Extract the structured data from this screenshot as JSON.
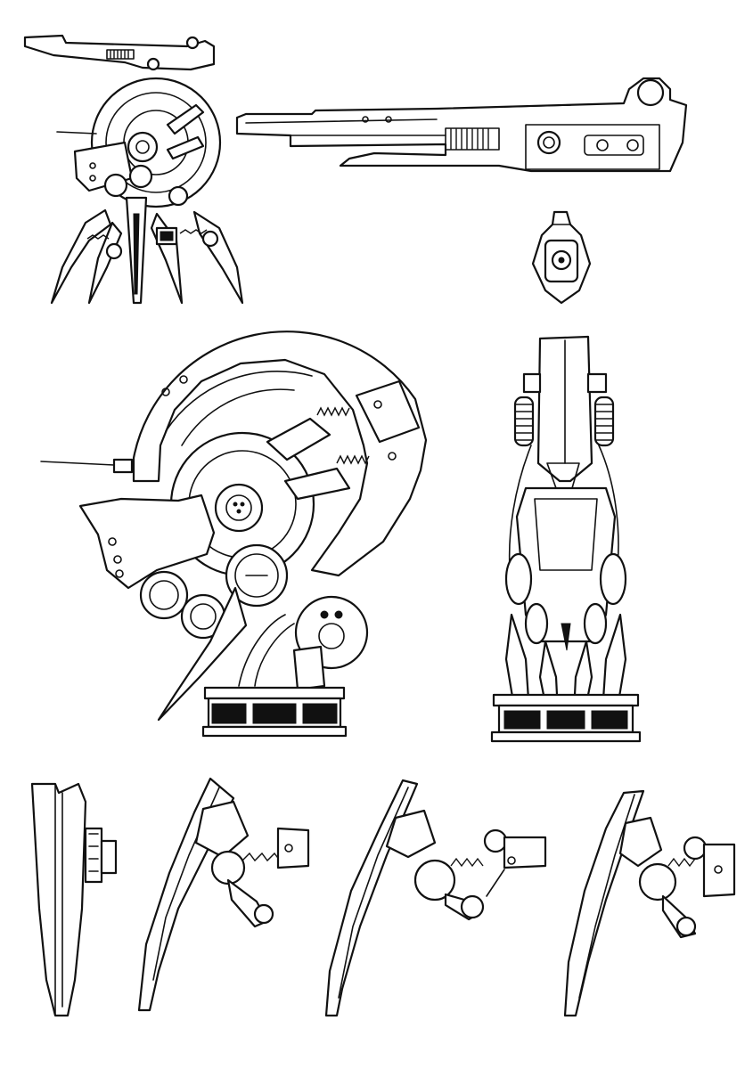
{
  "sheet": {
    "background": "#ffffff",
    "ink": "#111111",
    "panels": [
      {
        "id": "turret-front-small",
        "icon": "drone-turret-front-icon"
      },
      {
        "id": "cannon-side",
        "icon": "cannon-side-view-icon"
      },
      {
        "id": "cannon-muzzle",
        "icon": "cannon-muzzle-end-view-icon"
      },
      {
        "id": "turret-side-large",
        "icon": "drone-turret-side-view-icon"
      },
      {
        "id": "turret-rear",
        "icon": "drone-turret-rear-view-icon"
      },
      {
        "id": "leg-front",
        "icon": "claw-leg-front-view-icon"
      },
      {
        "id": "leg-pose-1",
        "icon": "claw-leg-pose-icon"
      },
      {
        "id": "leg-pose-2",
        "icon": "claw-leg-pose-icon"
      },
      {
        "id": "leg-pose-3",
        "icon": "claw-leg-pose-icon"
      }
    ]
  }
}
